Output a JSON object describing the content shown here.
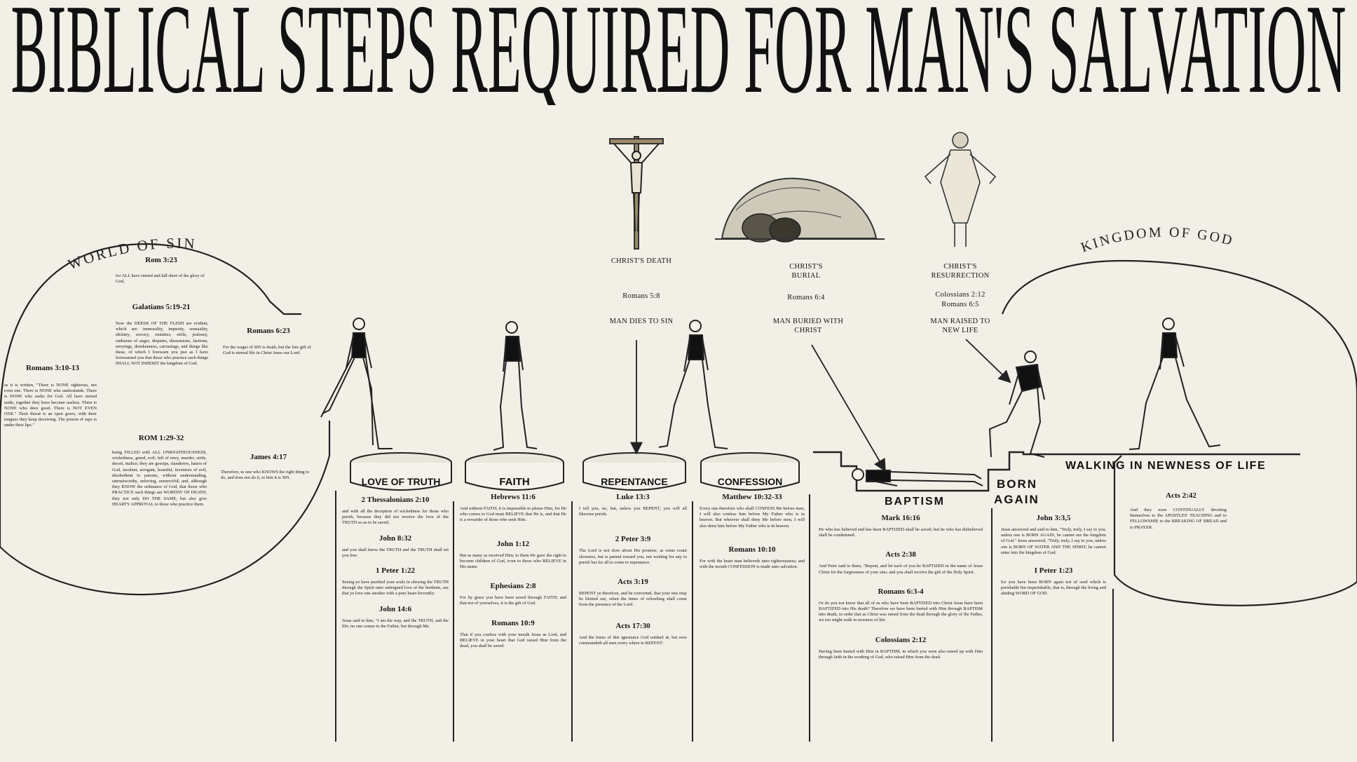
{
  "title": "BIBLICAL STEPS REQUIRED FOR MAN'S SALVATION",
  "world": {
    "label": "WORLD OF SIN",
    "rom323_ref": "Rom 3:23",
    "rom323_text": "for ALL have sinned and fall short of the glory of God,",
    "gal_ref": "Galatians 5:19-21",
    "gal_text": "Now the DEEDS OF THE FLESH are evident, which are: immorality, impurity, sensuality, idolatry, sorcery, enmities, strife, jealousy, outbursts of anger, disputes, dissensions, factions, envyings, drunkenness, carousings, and things like these, of which I forewarn you just as I have forewarned you that those who practice such things SHALL NOT INHERIT the kingdom of God.",
    "rom623_ref": "Romans 6:23",
    "rom623_text": "For the wages of SIN is death, but the free gift of God is eternal life in Christ Jesus our Lord.",
    "rom310_ref": "Romans 3:10-13",
    "rom310_text": "as it is written, \"There is NONE righteous, not even one. There is NONE who understands. There is NONE who seeks for God. All have turned aside, together they have become useless. There is NONE who does good. There is NOT EVEN ONE.\" Their throat is an open grave, with their tongues they keep deceiving. The poison of asps is under their lips.\"",
    "rom129_ref": "ROM 1:29-32",
    "rom129_text": "being FILLED with ALL UNRIGHTEOUSNESS, wickedness, greed, evil; full of envy, murder, strife, deceit, malice; they are gossips, slanderers, haters of God, insolent, arrogant, boastful, inventors of evil, disobedient to parents, without understanding, untrustworthy, unloving, unmerciful; and, although they KNOW the ordinance of God, that those who PRACTICE such things are WORTHY OF DEATH, they not only DO THE SAME, but also give HEARTY APPROVAL to those who practice them.",
    "jas417_ref": "James 4:17",
    "jas417_text": "Therefore, to one who KNOWS the right thing to do, and does not do it, to him it is SIN."
  },
  "kingdom": {
    "label": "KINGDOM OF GOD",
    "walking": "WALKING IN NEWNESS OF LIFE",
    "acts242_ref": "Acts 2:42",
    "acts242_text": "And they were CONTINUALLY devoting themselves to the APOSTLES' TEACHING and to FELLOWSHIP, to the BREAKING OF BREAD and to PRAYER."
  },
  "christ": {
    "death_label": "CHRIST'S DEATH",
    "death_ref": "Romans 5:8",
    "death_caption": "MAN DIES TO SIN",
    "burial_label": "CHRIST'S BURIAL",
    "burial_ref": "Romans 6:4",
    "burial_caption": "MAN BURIED WITH CHRIST",
    "res_label": "CHRIST'S RESURRECTION",
    "res_ref1": "Colossians 2:12",
    "res_ref2": "Romans 6:5",
    "res_caption": "MAN RAISED TO NEW LIFE"
  },
  "steps": {
    "love": "LOVE OF TRUTH",
    "faith": "FAITH",
    "repentance": "REPENTANCE",
    "confession": "CONFESSION",
    "baptism": "BAPTISM",
    "born_again_1": "BORN",
    "born_again_2": "AGAIN"
  },
  "columns": {
    "love": [
      {
        "ref": "2 Thessalonians 2:10",
        "text": "and with all the deception of wickedness for those who perish, because they did not receive the love of the TRUTH so as to be saved."
      },
      {
        "ref": "John 8:32",
        "text": "and you shall know the TRUTH and the TRUTH shall set you free."
      },
      {
        "ref": "1 Peter 1:22",
        "text": "Seeing ye have purified your souls in obeying the TRUTH through the Spirit unto unfeigned love of the brethren, see that ye love one another with a pure heart fervently:"
      },
      {
        "ref": "John 14:6",
        "text": "Jesus said to him, \"I am the way, and the TRUTH, and the life; no one comes to the Father, but through Me."
      }
    ],
    "faith": [
      {
        "ref": "Hebrews 11:6",
        "text": "And without FAITH, it is impossible to please Him, for He who comes to God must BELIEVE that He is, and that He is a rewarder of those who seek Him."
      },
      {
        "ref": "John 1:12",
        "text": "But as many as received Him, to them He gave the right to become children of God, even to those who BELIEVE in His name."
      },
      {
        "ref": "Ephesians 2:8",
        "text": "For by grace you have been saved through FAITH; and that not of yourselves, it is the gift of God."
      },
      {
        "ref": "Romans 10:9",
        "text": "That if you confess with your mouth Jesus as Lord, and BELIEVE in your heart that God raised Him from the dead, you shall be saved."
      }
    ],
    "repentance": [
      {
        "ref": "Luke 13:3",
        "text": "I tell you, no, but, unless you REPENT, you will all likewise perish."
      },
      {
        "ref": "2 Peter 3:9",
        "text": "The Lord is not slow about His promise, as some count slowness, but is patient toward you, not wishing for any to perish but for all to come to repentance."
      },
      {
        "ref": "Acts 3:19",
        "text": "REPENT ye therefore, and be converted, that your sins may be blotted out, when the times of refreshing shall come from the presence of the Lord."
      },
      {
        "ref": "Acts 17:30",
        "text": "And the times of this ignorance God winked at; but now commandeth all men every where to REPENT:"
      }
    ],
    "confession": [
      {
        "ref": "Matthew 10:32-33",
        "text": "Every one therefore who shall CONFESS Me before men, I will also confess him before My Father who is in heaven. But whoever shall deny Me before men, I will also deny him before My Father who is in heaven."
      },
      {
        "ref": "Romans 10:10",
        "text": "For with the heart man believeth unto righteousness; and with the mouth CONFESSION is made unto salvation."
      }
    ],
    "baptism": [
      {
        "ref": "Mark 16:16",
        "text": "He who has believed and has been BAPTIZED shall be saved; but he who has disbelieved shall be condemned."
      },
      {
        "ref": "Acts 2:38",
        "text": "And Peter said to them, \"Repent, and let each of you be BAPTIZED in the name of Jesus Christ for the forgiveness of your sins; and you shall receive the gift of the Holy Spirit."
      },
      {
        "ref": "Romans 6:3-4",
        "text": "Or do you not know that all of us who have been BAPTIZED into Christ Jesus have been BAPTIZED into His death? Therefore we have been buried with Him through BAPTISM into death, in order that as Christ was raised from the dead through the glory of the Father, we too might walk in newness of life."
      },
      {
        "ref": "Colossians 2:12",
        "text": "Having been buried with Him in BAPTISM, in which you were also raised up with Him through faith in the working of God, who raised Him from the dead."
      }
    ],
    "born": [
      {
        "ref": "John 3:3,5",
        "text": "Jesus answered and said to him, \"Truly, truly, I say to you, unless one is BORN AGAIN, he cannot see the kingdom of God.\" Jesus answered, \"Truly, truly, I say to you, unless one is BORN OF WATER AND THE SPIRIT, he cannot enter into the kingdom of God."
      },
      {
        "ref": "I Peter 1:23",
        "text": "for you have been BORN again not of seed which is perishable but imperishable, that is, through the living and abiding WORD OF GOD."
      }
    ]
  }
}
